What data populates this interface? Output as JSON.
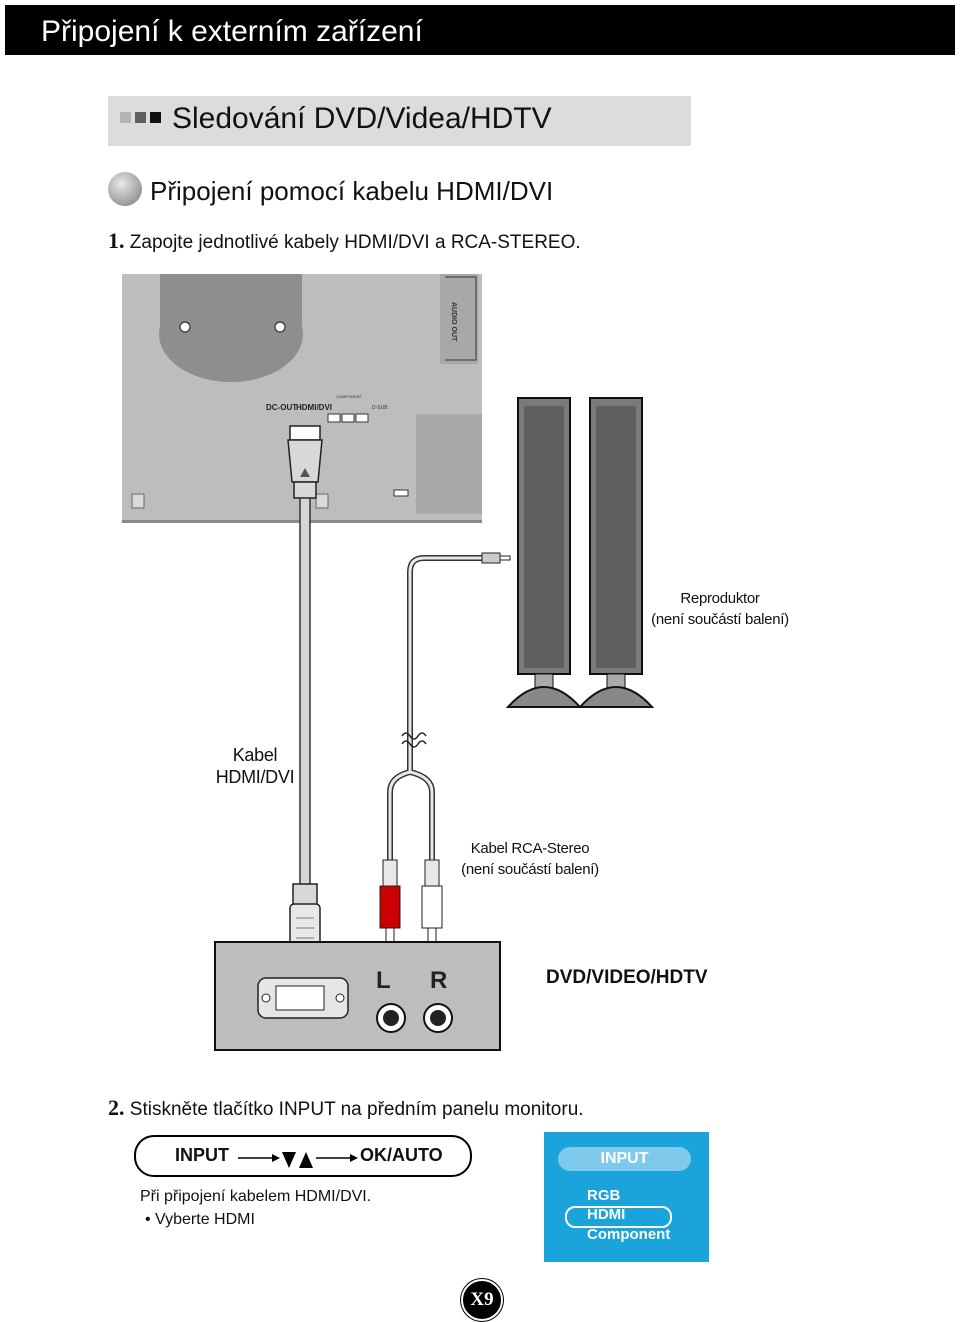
{
  "header": {
    "title": "Připojení k externím zařízení"
  },
  "section": {
    "title": "Sledování DVD/Videa/HDTV"
  },
  "subsection": {
    "title": "Připojení pomocí kabelu HDMI/DVI"
  },
  "steps": [
    {
      "number": "1.",
      "text": "Zapojte jednotlivé kabely HDMI/DVI a RCA-STEREO."
    },
    {
      "number": "2.",
      "text": "Stiskněte tlačítko INPUT na předním panelu monitoru."
    }
  ],
  "diagram": {
    "monitor_port_labels": {
      "dc_out": "DC-OUT",
      "hdmi_dvi": "HDMI/DVI",
      "component": "COMPONENT",
      "d_sub": "D-SUB",
      "audio_out": "AUDIO OUT"
    },
    "speaker_label": {
      "line1": "Reproduktor",
      "line2": "(není součástí balení)"
    },
    "hdmi_cable_label": {
      "line1": "Kabel",
      "line2": "HDMI/DVI"
    },
    "rca_cable_label": {
      "line1": "Kabel RCA-Stereo",
      "line2": "(není součástí balení)"
    },
    "device_label": "DVD/VIDEO/HDTV",
    "channel_left": "L",
    "channel_right": "R"
  },
  "input_sequence": {
    "start": "INPUT",
    "end": "OK/AUTO"
  },
  "notes": {
    "line1": "Při připojení kabelem HDMI/DVI.",
    "line2": "• Vyberte HDMI"
  },
  "osd_menu": {
    "title": "INPUT",
    "items": [
      "RGB",
      "HDMI",
      "Component"
    ],
    "selected": "HDMI",
    "colors": {
      "background": "#1ba3dc",
      "title_pill": "#7fc9ec",
      "text": "#ffffff"
    }
  },
  "page_number": "X9"
}
